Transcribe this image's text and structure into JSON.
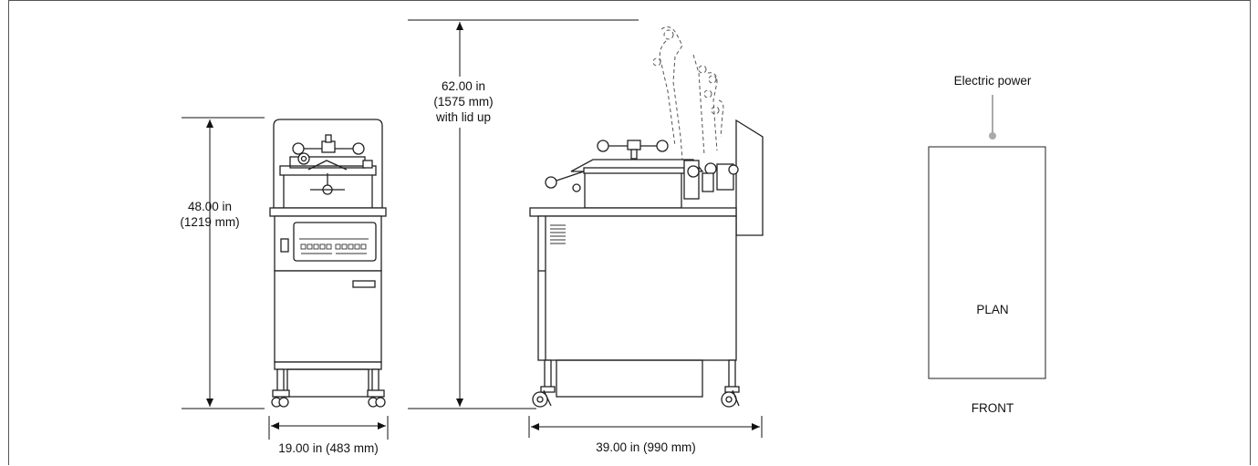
{
  "dimensions": {
    "front_height_value": "48.00 in",
    "front_height_metric": "(1219 mm)",
    "front_width": "19.00 in (483 mm)",
    "side_height_value": "62.00 in",
    "side_height_metric": "(1575 mm)",
    "side_height_note": "with lid up",
    "side_depth": "39.00 in (990 mm)"
  },
  "plan": {
    "utility_label": "Electric power",
    "plan_label": "PLAN",
    "front_label": "FRONT"
  }
}
